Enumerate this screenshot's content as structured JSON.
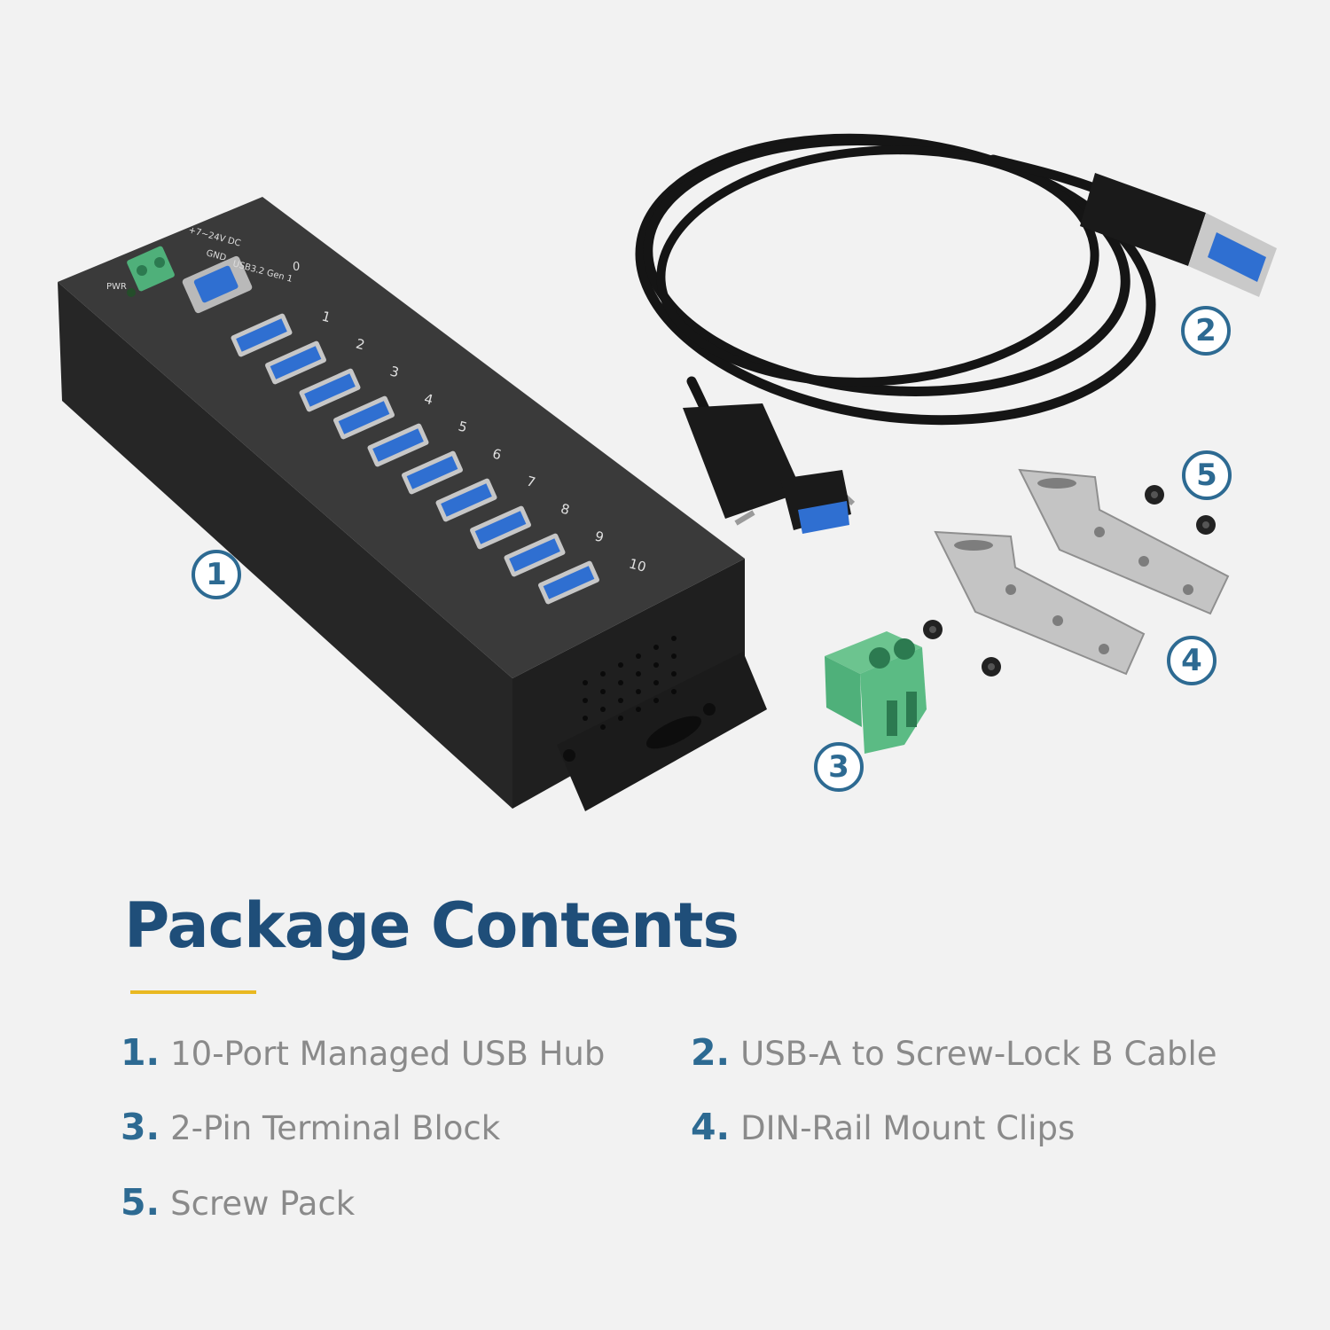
{
  "hub": {
    "label_power": "+7~24V DC",
    "label_gnd": "GND",
    "label_pwr": "PWR",
    "label_usb": "USB3.2 Gen 1",
    "port_numbers": [
      "0",
      "1",
      "2",
      "3",
      "4",
      "5",
      "6",
      "7",
      "8",
      "9",
      "10"
    ]
  },
  "callouts": [
    "1",
    "2",
    "3",
    "4",
    "5"
  ],
  "title": "Package Contents",
  "items": [
    {
      "num": "1.",
      "label": "10-Port Managed USB Hub"
    },
    {
      "num": "2.",
      "label": "USB-A to Screw-Lock B Cable"
    },
    {
      "num": "3.",
      "label": "2-Pin Terminal Block"
    },
    {
      "num": "4.",
      "label": "DIN-Rail Mount Clips"
    },
    {
      "num": "5.",
      "label": "Screw Pack"
    }
  ],
  "colors": {
    "background": "#f2f2f2",
    "title": "#1f4e79",
    "accent_blue": "#2d6a92",
    "accent_rule": "#e9b821",
    "item_text": "#8a8a8a",
    "port_blue": "#2f6fd1",
    "terminal_green": "#4fb07a"
  }
}
